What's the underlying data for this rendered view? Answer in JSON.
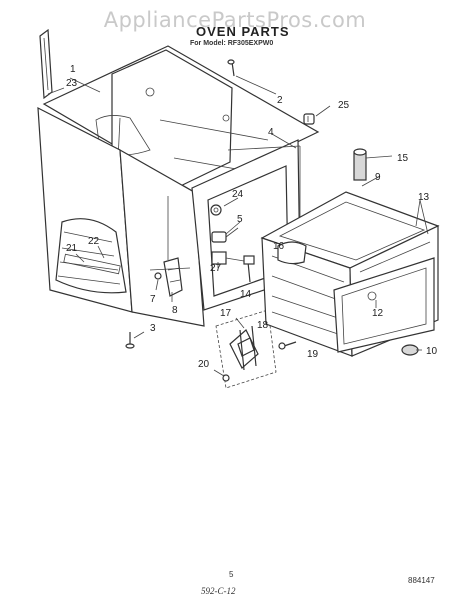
{
  "watermark": "AppliancePartsPros.com",
  "title": "OVEN PARTS",
  "subtitle": "For Model: RF305EXPW0",
  "page_number": "5",
  "document_number": "884147",
  "handwritten_note": "592-C-12",
  "callouts": [
    "1",
    "2",
    "3",
    "4",
    "5",
    "7",
    "8",
    "9",
    "10",
    "12",
    "13",
    "14",
    "15",
    "16",
    "17",
    "18",
    "19",
    "20",
    "21",
    "22",
    "23",
    "24",
    "25",
    "27"
  ]
}
